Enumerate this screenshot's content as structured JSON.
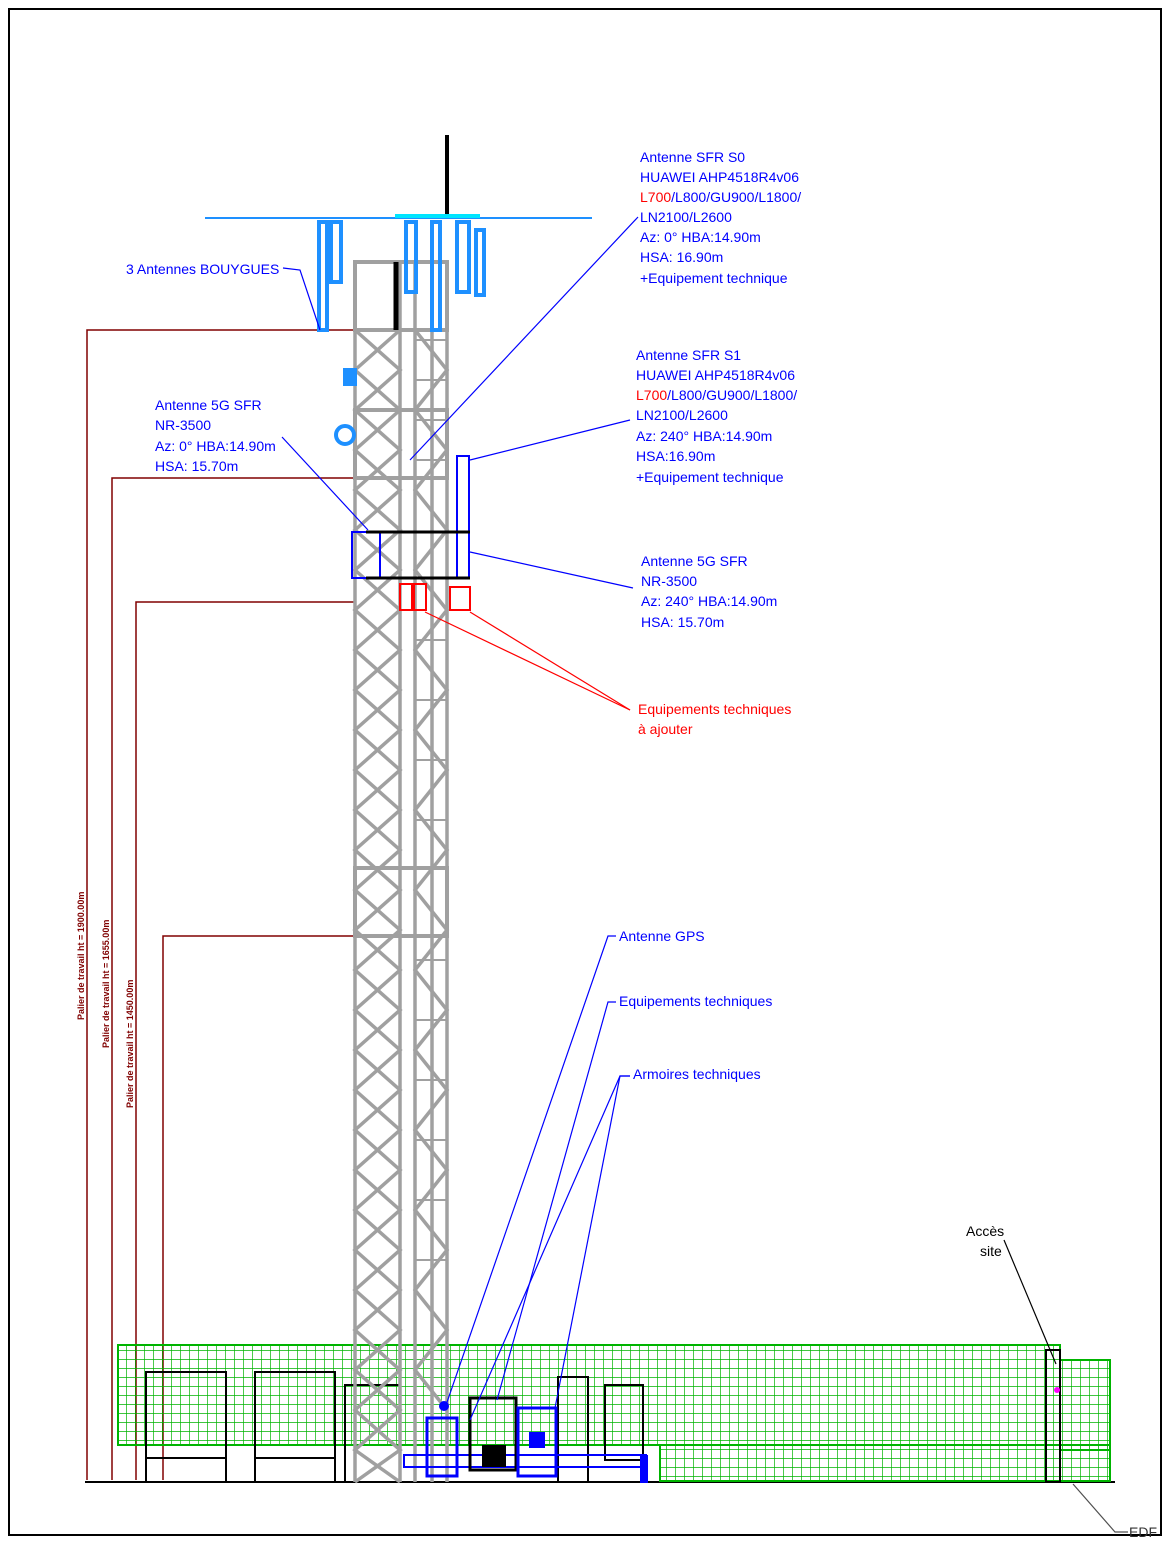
{
  "colors": {
    "blue": "#0000ff",
    "red": "#ff0000",
    "dark_red": "#800000",
    "green": "#00b400",
    "grey": "#a0a0a0",
    "light_blue": "#1e90ff",
    "cyan": "#00e5ff",
    "black": "#000000",
    "magenta": "#ff00ff"
  },
  "labels": {
    "bouygues": "3 Antennes BOUYGUES",
    "sfr_s0": {
      "line1": "Antenne SFR S0",
      "line2": "HUAWEI AHP4518R4v06",
      "line3_red": "L700",
      "line3_rest": "/L800/GU900/L1800/",
      "line4": "LN2100/L2600",
      "line5": "Az: 0°  HBA:14.90m",
      "line6": "HSA: 16.90m",
      "line7": "+Equipement technique"
    },
    "sfr_s1": {
      "line1": "Antenne SFR S1",
      "line2": "HUAWEI AHP4518R4v06",
      "line3_red": "L700",
      "line3_rest": "/L800/GU900/L1800/",
      "line4": "LN2100/L2600",
      "line5": "Az: 240°  HBA:14.90m",
      "line6": "HSA:16.90m",
      "line7": "+Equipement technique"
    },
    "g5_left": {
      "line1": "Antenne 5G SFR",
      "line2": "NR-3500",
      "line3": "Az: 0°  HBA:14.90m",
      "line4": "HSA: 15.70m"
    },
    "g5_right": {
      "line1": "Antenne 5G SFR",
      "line2": "NR-3500",
      "line3": "Az: 240° HBA:14.90m",
      "line4": "HSA: 15.70m"
    },
    "equip_add": {
      "line1": "Equipements techniques",
      "line2": "à ajouter"
    },
    "gps": "Antenne GPS",
    "equip": "Equipements techniques",
    "armoires": "Armoires techniques",
    "acces": {
      "line1": "Accès",
      "line2": "site"
    },
    "edf": "EDF",
    "palier_1900": "Palier de travail ht = 1900.00m",
    "palier_1655": "Palier de travail ht = 1655.00m",
    "palier_1450": "Palier de travail ht = 1450.00m"
  }
}
